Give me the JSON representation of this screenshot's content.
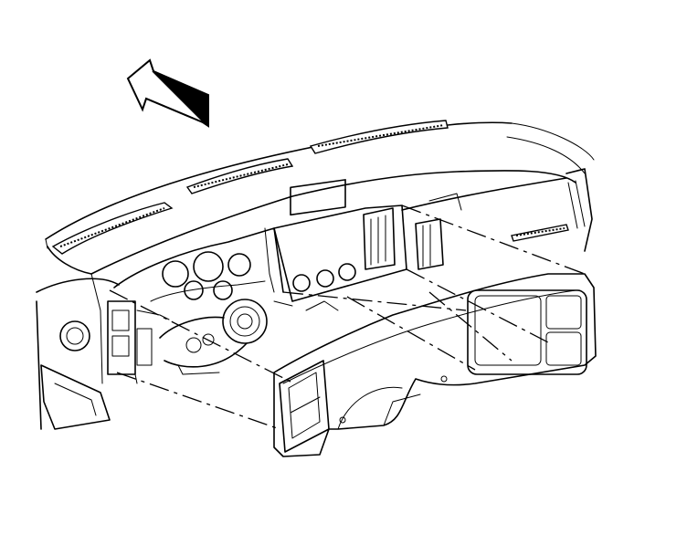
{
  "figure": {
    "arrow_icon": "front-direction-arrow",
    "parts": [
      "instrument-panel",
      "instrument-cluster-bezel",
      "steering-column",
      "center-stack-vents"
    ]
  }
}
